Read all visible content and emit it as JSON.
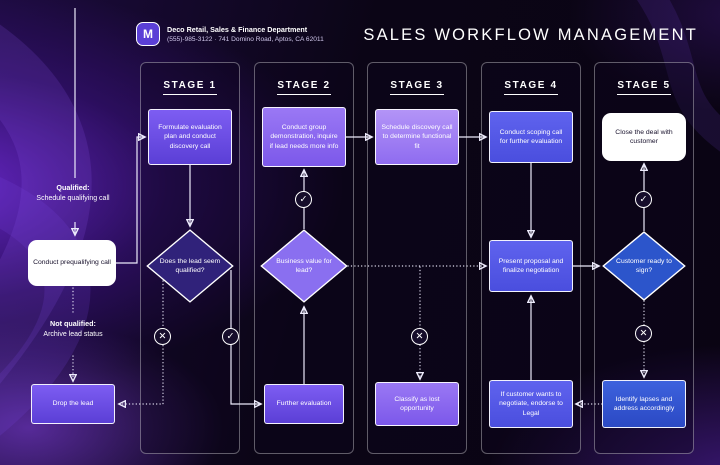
{
  "header": {
    "logo_glyph": "M",
    "company": "Deco Retail, Sales & Finance Department",
    "contact": "(555)-985-3122 · 741 Domino Road, Aptos, CA 62011",
    "title": "SALES WORKFLOW MANAGEMENT"
  },
  "stages": [
    {
      "label": "STAGE 1"
    },
    {
      "label": "STAGE 2"
    },
    {
      "label": "STAGE 3"
    },
    {
      "label": "STAGE 4"
    },
    {
      "label": "STAGE 5"
    }
  ],
  "nodes": {
    "formulate": "Formulate evaluation plan and conduct discovery call",
    "demo": "Conduct group demonstration, inquire if lead needs more info",
    "schedule_call": "Schedule discovery call to determine functional fit",
    "scoping": "Conduct scoping call for further evaluation",
    "close_deal": "Close the deal with customer",
    "lead_qualified": "Does the lead seem qualified?",
    "business_value": "Business value for lead?",
    "ready_sign": "Customer ready to sign?",
    "present_proposal": "Present proposal and finalize negotiation",
    "further_eval": "Further evaluation",
    "classify_lost": "Classify as lost opportunity",
    "endorse_legal": "If customer wants to negotiate, endorse to Legal",
    "identify_lapses": "Identify lapses and address accordingly",
    "drop_lead": "Drop the lead",
    "prequalify": "Conduct prequalifying call"
  },
  "side_labels": {
    "qualified_title": "Qualified:",
    "qualified_text": "Schedule qualifying call",
    "not_qualified_title": "Not qualified:",
    "not_qualified_text": "Archive lead status"
  },
  "symbols": {
    "check": "✓",
    "cross": "✕"
  },
  "colors": {
    "purple": "#6b4de0",
    "violet": "#8f6ff0",
    "light_violet": "#a98df3",
    "blue_purple": "#5558e6",
    "blue": "#2b56cc",
    "dark_diamond": "#30227a",
    "background": "#0a0512"
  }
}
